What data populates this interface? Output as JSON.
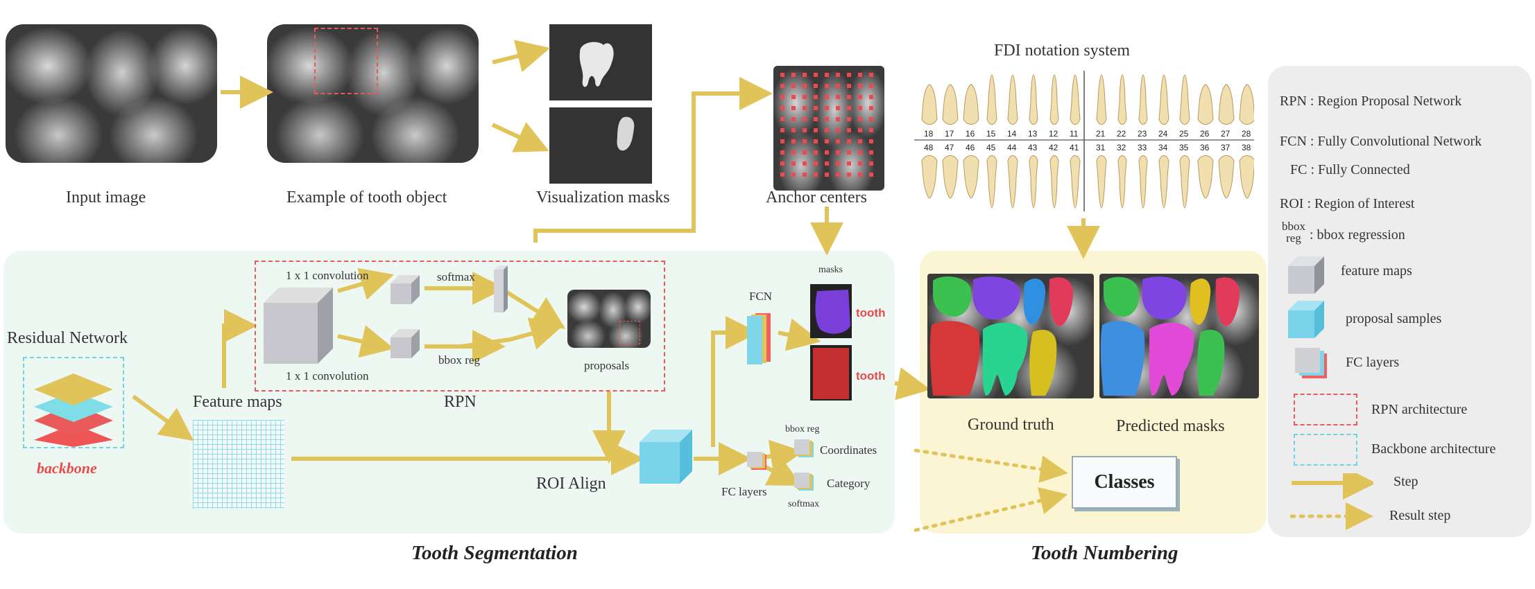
{
  "top": {
    "input_image": "Input image",
    "example_tooth": "Example of tooth object",
    "visualization_masks": "Visualization masks",
    "anchor_centers": "Anchor centers",
    "fdi_title": "FDI notation system",
    "fdi_upper": [
      "18",
      "17",
      "16",
      "15",
      "14",
      "13",
      "12",
      "11",
      "21",
      "22",
      "23",
      "24",
      "25",
      "26",
      "27",
      "28"
    ],
    "fdi_lower": [
      "48",
      "47",
      "46",
      "45",
      "44",
      "43",
      "42",
      "41",
      "31",
      "32",
      "33",
      "34",
      "35",
      "36",
      "37",
      "38"
    ]
  },
  "seg": {
    "residual_network": "Residual Network",
    "backbone": "backbone",
    "feature_maps": "Feature maps",
    "conv_top": "1 x 1 convolution",
    "conv_bottom": "1 x 1 convolution",
    "softmax": "softmax",
    "bbox_reg": "bbox reg",
    "proposals": "proposals",
    "rpn": "RPN",
    "roi_align": "ROI Align",
    "fcn": "FCN",
    "masks": "masks",
    "tooth1": "tooth",
    "tooth2": "tooth",
    "fc_layers": "FC layers",
    "bbox_reg_small": "bbox reg",
    "coordinates": "Coordinates",
    "category": "Category",
    "softmax_small": "softmax",
    "title": "Tooth Segmentation"
  },
  "num": {
    "ground_truth": "Ground truth",
    "predicted_masks": "Predicted masks",
    "classes": "Classes",
    "title": "Tooth Numbering"
  },
  "legend": {
    "rpn": "RPN :  Region Proposal Network",
    "fcn": "FCN :  Fully Convolutional Network",
    "fc": "FC :  Fully Connected",
    "roi": "ROI :  Region of Interest",
    "bbox_abbr_1": "bbox",
    "bbox_abbr_2": "reg",
    "bbox_text": ":  bbox regression",
    "feature_maps": "feature maps",
    "proposal_samples": "proposal samples",
    "fc_layers": "FC layers",
    "rpn_arch": "RPN architecture",
    "backbone_arch": "Backbone architecture",
    "step": "Step",
    "result_step": "Result step"
  },
  "colors": {
    "arrow": "#e0c45a",
    "rpn_dash": "#e85a5a",
    "backbone_dash": "#6fd3e0",
    "seg_panel": "#eef8f3",
    "num_panel": "#fbf5d3",
    "legend_panel": "#ededed",
    "accent_red": "#e84a4a"
  }
}
